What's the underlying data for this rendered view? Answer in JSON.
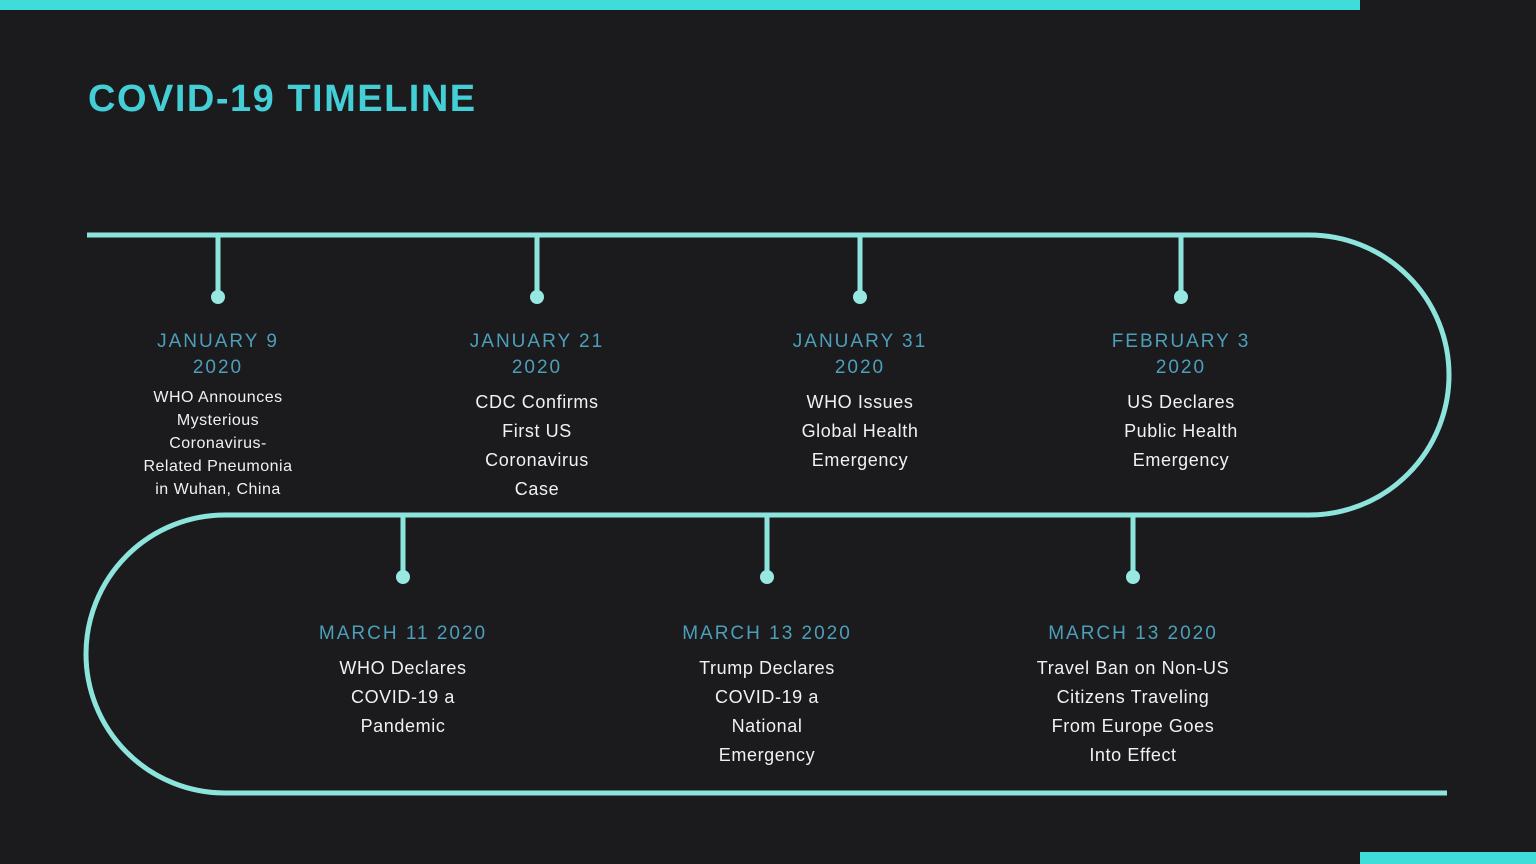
{
  "page": {
    "title": "COVID-19 TIMELINE"
  },
  "colors": {
    "background": "#1b1b1d",
    "accent_bar": "#3eddda",
    "timeline_line": "#8de4dd",
    "marker_dot": "#97e8e1",
    "date_text": "#4c9fba",
    "body_text": "#f1f1f1",
    "title_text": "#44ced6"
  },
  "timeline": {
    "top_row": [
      {
        "date_lines": [
          "JANUARY 9",
          "2020"
        ],
        "desc_lines": [
          "WHO Announces",
          "Mysterious",
          "Coronavirus-",
          "Related Pneumonia",
          "in Wuhan, China"
        ]
      },
      {
        "date_lines": [
          "JANUARY 21",
          "2020"
        ],
        "desc_lines": [
          "CDC Confirms",
          "First US",
          "Coronavirus",
          "Case"
        ]
      },
      {
        "date_lines": [
          "JANUARY 31",
          "2020"
        ],
        "desc_lines": [
          "WHO Issues",
          "Global Health",
          "Emergency"
        ]
      },
      {
        "date_lines": [
          "FEBRUARY 3",
          "2020"
        ],
        "desc_lines": [
          "US Declares",
          "Public Health",
          "Emergency"
        ]
      }
    ],
    "bottom_row": [
      {
        "date_lines": [
          "MARCH 11 2020"
        ],
        "desc_lines": [
          "WHO Declares",
          "COVID-19 a",
          "Pandemic"
        ]
      },
      {
        "date_lines": [
          "MARCH 13 2020"
        ],
        "desc_lines": [
          "Trump Declares",
          "COVID-19 a",
          "National",
          "Emergency"
        ]
      },
      {
        "date_lines": [
          "MARCH 13 2020"
        ],
        "desc_lines": [
          "Travel Ban on Non-US",
          "Citizens Traveling",
          "From Europe Goes",
          "Into Effect"
        ]
      }
    ]
  }
}
